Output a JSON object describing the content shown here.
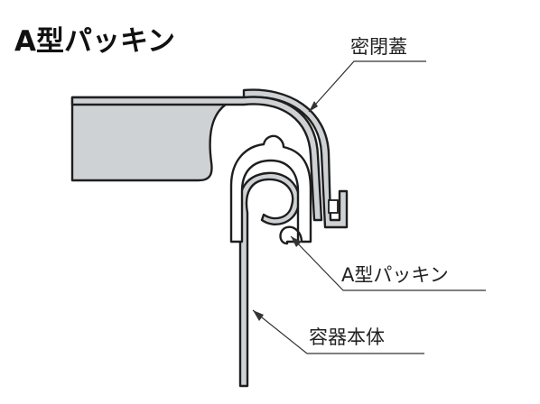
{
  "title": "A型パッキン",
  "labels": {
    "lid": "密閉蓋",
    "gasket": "A型パッキン",
    "body": "容器本体"
  },
  "colors": {
    "lid_fill": "#cfd2d4",
    "gasket_fill": "#ffffff",
    "outline": "#1e1e1e",
    "leader": "#333333"
  }
}
